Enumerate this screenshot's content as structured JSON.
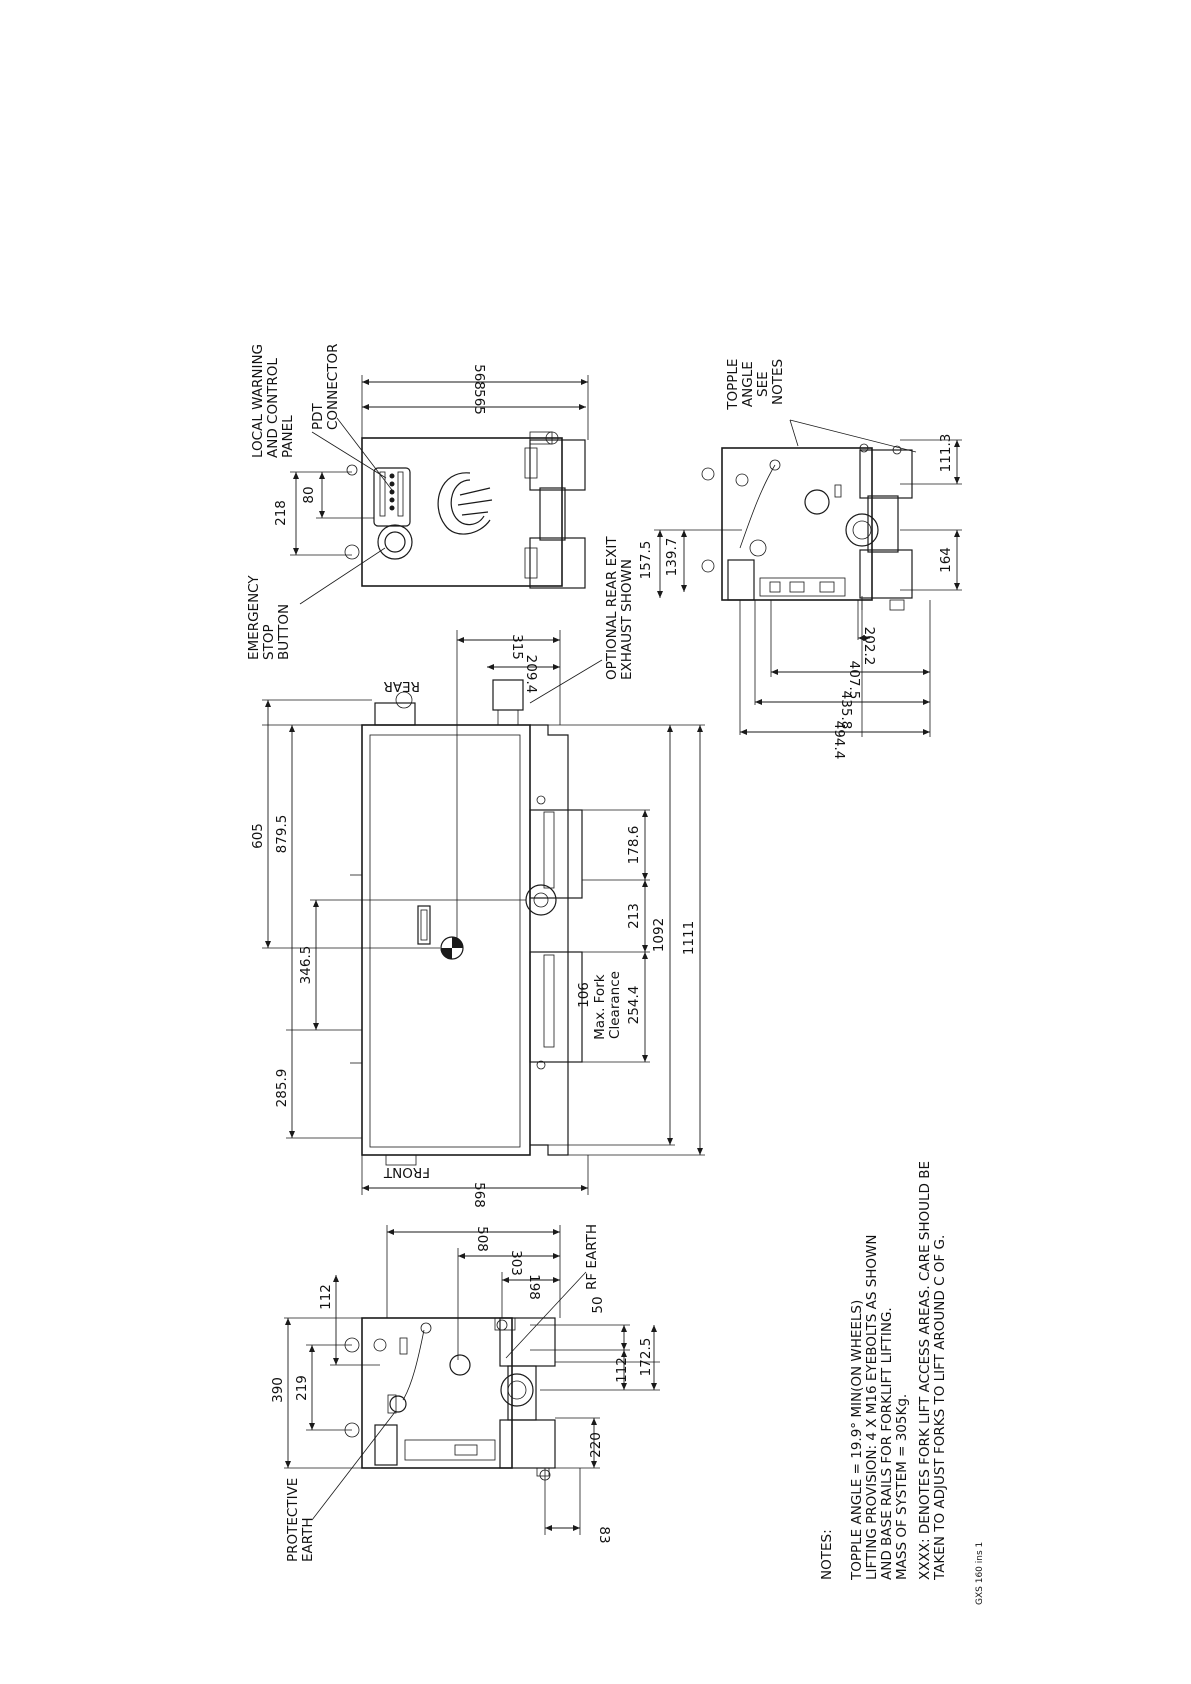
{
  "labels": {
    "local_warning": [
      "LOCAL WARNING",
      "AND CONTROL",
      "PANEL"
    ],
    "pdt_connector": [
      "PDT",
      "CONNECTOR"
    ],
    "emergency_stop": [
      "EMERGENCY",
      "STOP",
      "BUTTON"
    ],
    "optional_rear_exit": [
      "OPTIONAL REAR EXIT",
      "EXHAUST SHOWN"
    ],
    "topple_angle": [
      "TOPPLE",
      "ANGLE",
      "SEE",
      "NOTES"
    ],
    "rear": "REAR",
    "front": "FRONT",
    "max_fork_clearance": [
      "Max. Fork",
      "Clearance"
    ],
    "rf_earth": "RF EARTH",
    "protective_earth": [
      "PROTECTIVE",
      "EARTH"
    ]
  },
  "dimensions": {
    "top_view": {
      "d568": "568",
      "d565": "565",
      "d218": "218",
      "d80": "80"
    },
    "side_view": {
      "d315": "315",
      "d209_4": "209.4",
      "d605": "605",
      "d879_5": "879.5",
      "d346_5": "346.5",
      "d285_9": "285.9",
      "d178_6": "178.6",
      "d213": "213",
      "d106": "106",
      "d254_4": "254.4",
      "d1092": "1092",
      "d1111": "1111",
      "d568": "568"
    },
    "rear_view": {
      "d157_5": "157.5",
      "d139_7": "139.7",
      "d111_3": "111.3",
      "d164": "164",
      "d202_2": "202.2",
      "d407_5": "407.5",
      "d435_8": "435.8",
      "d494_4": "494.4"
    },
    "front_view": {
      "d508": "508",
      "d303": "303",
      "d198": "198",
      "d50": "50",
      "d390": "390",
      "d219": "219",
      "d112a": "112",
      "d112b": "112",
      "d172_5": "172.5",
      "d220": "220",
      "d83": "83"
    }
  },
  "notes": {
    "heading": "NOTES:",
    "lines": [
      "TOPPLE ANGLE = 19.9° MIN(ON WHEELS)",
      "LIFTING PROVISION: 4 X M16 EYEBOLTS AS SHOWN",
      "AND BASE RAILS FOR FORKLIFT LIFTING.",
      "MASS OF SYSTEM = 305Kg."
    ],
    "xxxx_lines": [
      "XXXX: DENOTES FORK LIFT ACCESS AREAS. CARE SHOULD BE",
      "TAKEN TO ADJUST FORKS TO LIFT AROUND C OF G."
    ]
  },
  "drawing_ref": "GXS 160 ins 1"
}
